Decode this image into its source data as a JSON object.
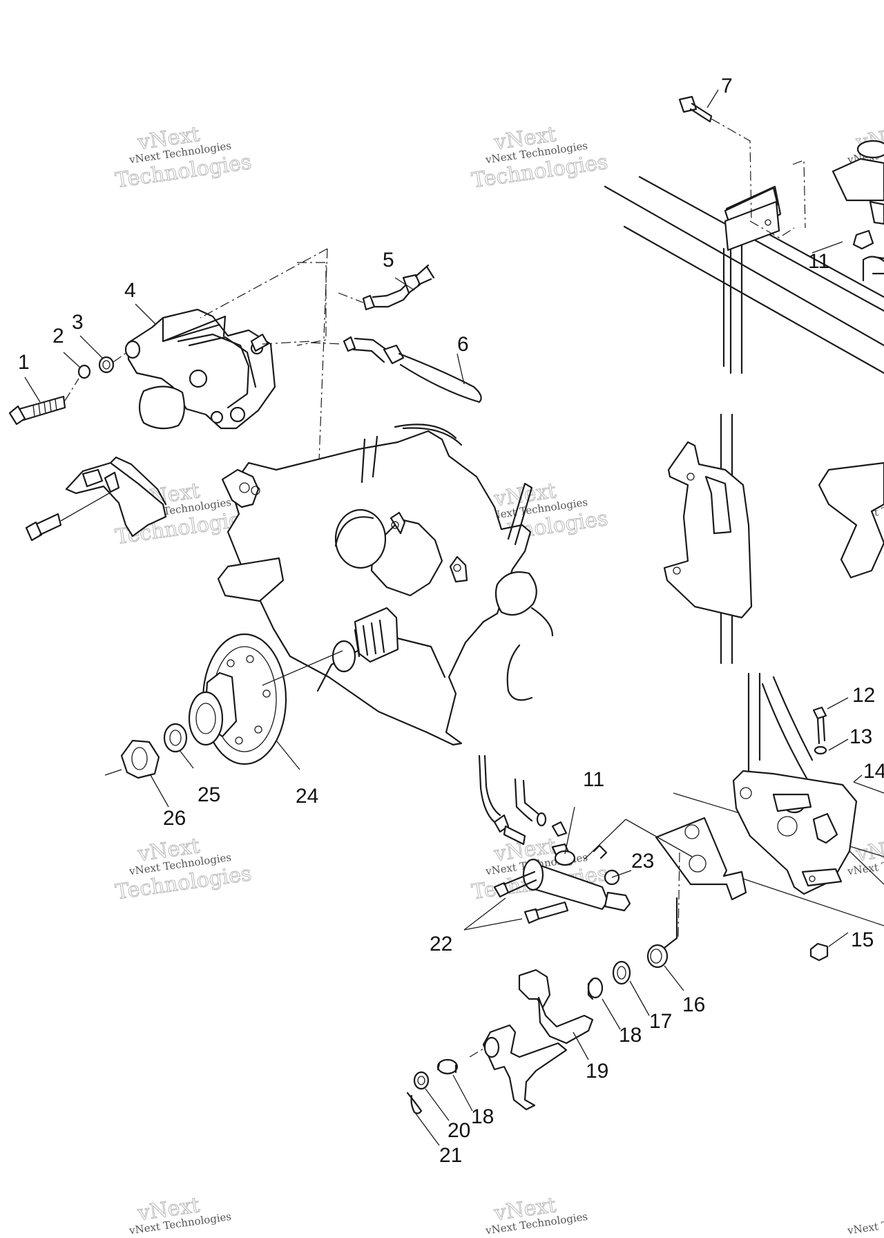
{
  "diagram": {
    "watermark_text": "vNext Technologies",
    "watermark_top": "vNext",
    "watermark_bottom": "Technologies",
    "callouts": [
      {
        "id": "c1",
        "label": "1"
      },
      {
        "id": "c2",
        "label": "2"
      },
      {
        "id": "c3",
        "label": "3"
      },
      {
        "id": "c4",
        "label": "4"
      },
      {
        "id": "c5",
        "label": "5"
      },
      {
        "id": "c6",
        "label": "6"
      },
      {
        "id": "c7",
        "label": "7"
      },
      {
        "id": "c11a",
        "label": "11"
      },
      {
        "id": "c11b",
        "label": "11"
      },
      {
        "id": "c12",
        "label": "12"
      },
      {
        "id": "c13",
        "label": "13"
      },
      {
        "id": "c14",
        "label": "14"
      },
      {
        "id": "c15",
        "label": "15"
      },
      {
        "id": "c16",
        "label": "16"
      },
      {
        "id": "c17",
        "label": "17"
      },
      {
        "id": "c18a",
        "label": "18"
      },
      {
        "id": "c18b",
        "label": "18"
      },
      {
        "id": "c19",
        "label": "19"
      },
      {
        "id": "c20",
        "label": "20"
      },
      {
        "id": "c21",
        "label": "21"
      },
      {
        "id": "c22",
        "label": "22"
      },
      {
        "id": "c23",
        "label": "23"
      },
      {
        "id": "c24",
        "label": "24"
      },
      {
        "id": "c25",
        "label": "25"
      },
      {
        "id": "c26",
        "label": "26"
      }
    ]
  }
}
